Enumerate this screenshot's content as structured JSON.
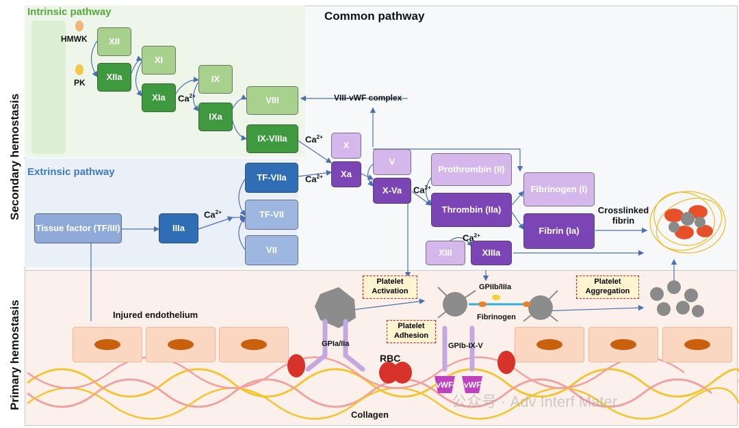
{
  "side_labels": {
    "secondary": "Secondary hemostasis",
    "primary": "Primary hemostasis"
  },
  "sections": {
    "intrinsic": "Intrinsic pathway",
    "extrinsic": "Extrinsic pathway",
    "common": "Common pathway"
  },
  "colors": {
    "intrinsic_title": "#55a838",
    "extrinsic_title": "#3f78c4"
  },
  "intrinsic": {
    "hmwk": "HMWK",
    "pk": "PK",
    "xii": "XII",
    "xiia": "XIIa",
    "xi": "XI",
    "xia": "XIa",
    "ix": "IX",
    "ixa": "IXa",
    "viii": "VIII",
    "ix_viiia": "IX-VIIIa",
    "viii_vwf": "VIII-vWF complex"
  },
  "extrinsic": {
    "tissue_factor": "Tissue factor (TF/III)",
    "iiia": "IIIa",
    "tf_viia": "TF-VIIa",
    "tf_vii": "TF-VII",
    "vii": "VII"
  },
  "common": {
    "x": "X",
    "xa": "Xa",
    "v": "V",
    "x_va": "X-Va",
    "prothrombin": "Prothrombin (II)",
    "thrombin": "Thrombin (IIa)",
    "fibrinogen": "Fibrinogen (I)",
    "fibrin": "Fibrin (Ia)",
    "xiii": "XIII",
    "xiiia": "XIIIa",
    "crosslinked": "Crosslinked fibrin"
  },
  "ca": {
    "base": "Ca",
    "sup": "2+"
  },
  "primary": {
    "injured_endothelium": "Injured endothelium",
    "platelet_activation": "Platelet Activation",
    "platelet_adhesion": "Platelet Adhesion",
    "platelet_aggregation": "Platelet Aggregation",
    "gpia_iia": "GPIa/IIa",
    "gpiib_iiia": "GPIIb/IIIa",
    "fibrinogen": "Fibrinogen",
    "gpib_ix_v": "GPIb-IX-V",
    "rbc": "RBC",
    "vwf1": "vWF",
    "vwf2": "vWF",
    "collagen": "Collagen"
  },
  "watermark": "公众号 · Adv Interf Mater"
}
